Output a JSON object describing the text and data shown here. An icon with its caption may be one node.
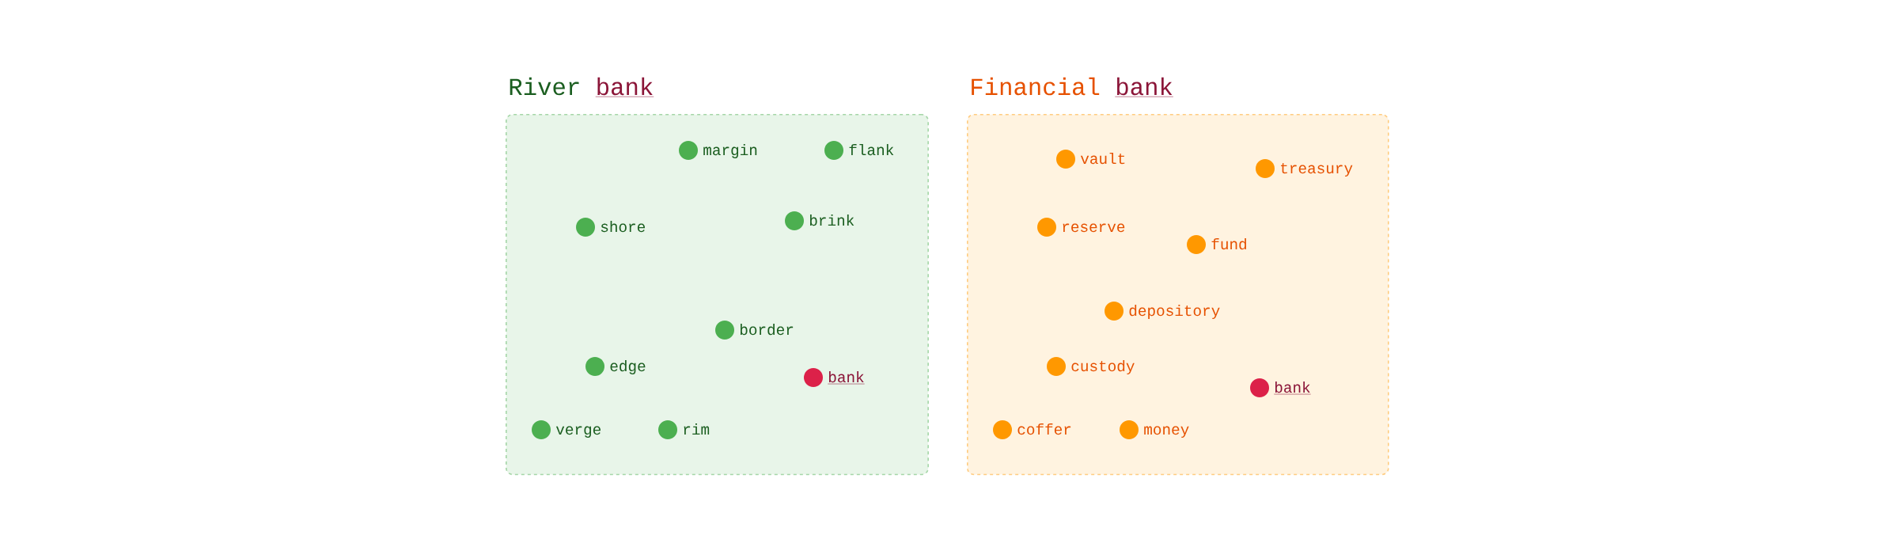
{
  "diagram": {
    "nodes": [
      {
        "text": [
          "River",
          "bank"
        ]
      },
      {
        "text": [],
        "shape": "circle",
        "beside": [
          "margin"
        ],
        "in": 0
      },
      {
        "text": [],
        "shape": "circle",
        "beside": [
          "flank"
        ],
        "in": 0
      },
      {
        "text": [],
        "shape": "circle",
        "beside": [
          "shore"
        ],
        "in": 0
      },
      {
        "text": [],
        "shape": "circle",
        "beside": [
          "brink"
        ],
        "in": 0
      },
      {
        "text": [],
        "shape": "circle",
        "beside": [
          "border"
        ],
        "in": 0
      },
      {
        "text": [],
        "shape": "circle",
        "beside": [
          "edge"
        ],
        "in": 0
      },
      {
        "text": [],
        "shape": "circle",
        "beside": [
          "bank"
        ],
        "in": 0
      },
      {
        "text": [],
        "shape": "circle",
        "beside": [
          "verge"
        ],
        "in": 0
      },
      {
        "text": [],
        "shape": "circle",
        "beside": [
          "rim"
        ],
        "in": 0
      },
      {
        "text": [
          "Financial",
          "bank"
        ]
      },
      {
        "text": [],
        "shape": "circle",
        "beside": [
          "vault"
        ],
        "in": 10
      },
      {
        "text": [],
        "shape": "circle",
        "beside": [
          "treasury"
        ],
        "in": 10
      },
      {
        "text": [],
        "shape": "circle",
        "beside": [
          "reserve"
        ],
        "in": 10
      },
      {
        "text": [],
        "shape": "circle",
        "beside": [
          "fund"
        ],
        "in": 10
      },
      {
        "text": [],
        "shape": "circle",
        "beside": [
          "depository"
        ],
        "in": 10
      },
      {
        "text": [],
        "shape": "circle",
        "beside": [
          "custody"
        ],
        "in": 10
      },
      {
        "text": [],
        "shape": "circle",
        "beside": [
          "bank"
        ],
        "in": 10
      },
      {
        "text": [],
        "shape": "circle",
        "beside": [
          "coffer"
        ],
        "in": 10
      },
      {
        "text": [],
        "shape": "circle",
        "beside": [
          "money"
        ],
        "in": 10
      }
    ]
  }
}
